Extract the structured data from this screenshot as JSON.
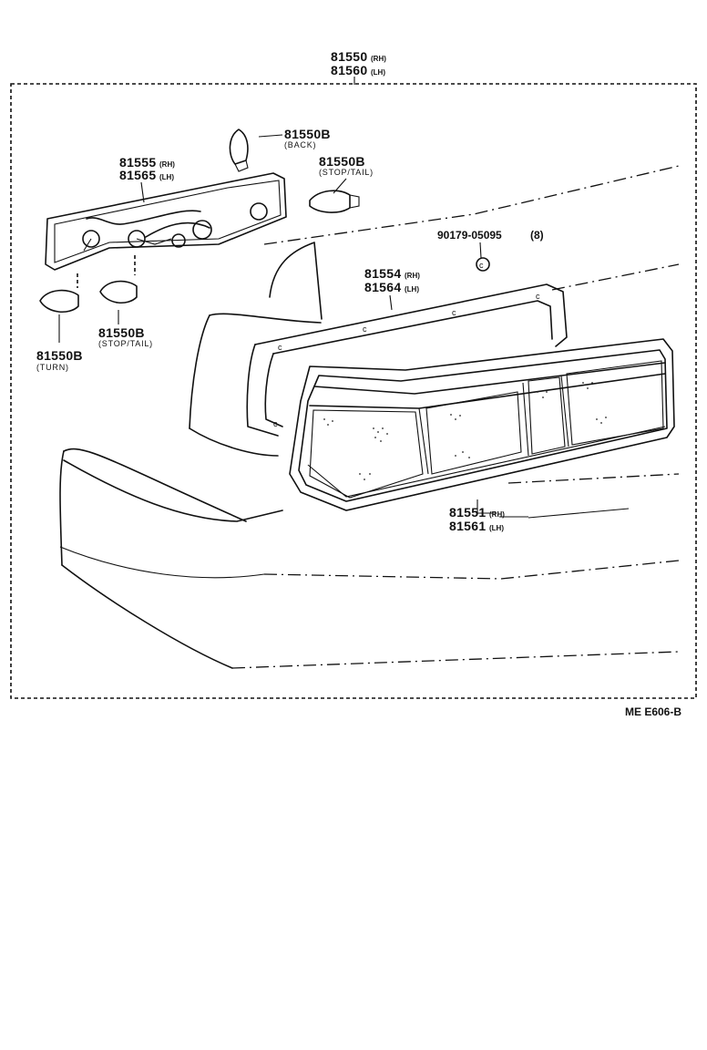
{
  "assembly": {
    "part_rh": "81550",
    "side_rh": "(RH)",
    "part_lh": "81560",
    "side_lh": "(LH)"
  },
  "bulb_back": {
    "part": "81550B",
    "sub": "(BACK)"
  },
  "bulb_stop_tail_upper": {
    "part": "81550B",
    "sub": "(STOP/TAIL)"
  },
  "socket_harness": {
    "part_rh": "81555",
    "side_rh": "(RH)",
    "part_lh": "81565",
    "side_lh": "(LH)"
  },
  "nut": {
    "part": "90179-05095",
    "qty": "(8)"
  },
  "gasket": {
    "part_rh": "81554",
    "side_rh": "(RH)",
    "part_lh": "81564",
    "side_lh": "(LH)"
  },
  "bulb_stop_tail_lower": {
    "part": "81550B",
    "sub": "(STOP/TAIL)"
  },
  "bulb_turn": {
    "part": "81550B",
    "sub": "(TURN)"
  },
  "lens": {
    "part_rh": "81551",
    "side_rh": "(RH)",
    "part_lh": "81561",
    "side_lh": "(LH)"
  },
  "figure_code": "ME E606-B"
}
